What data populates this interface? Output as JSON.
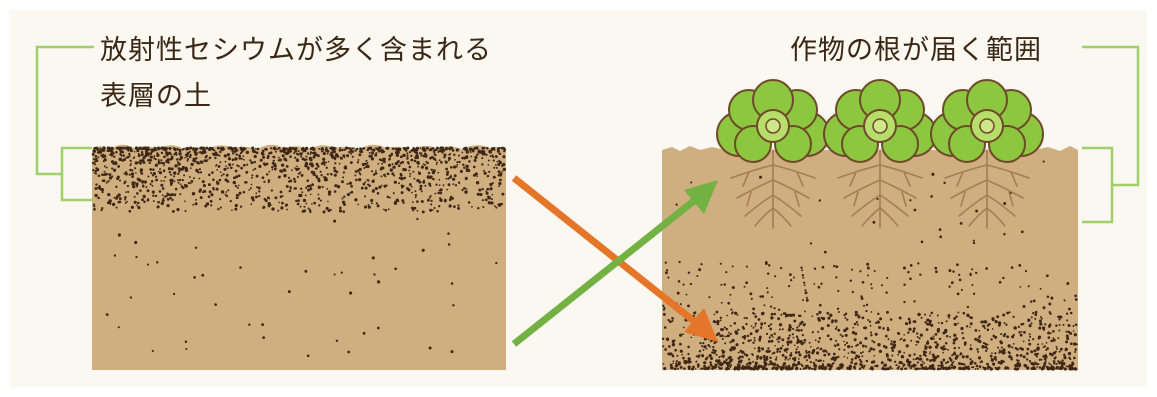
{
  "labels": {
    "left_line1": "放射性セシウムが多く含まれる",
    "left_line2": "表層の土",
    "right": "作物の根が届く範囲"
  },
  "colors": {
    "soil": "#cfae7f",
    "dot": "#3d2716",
    "bracket": "#9fd06a",
    "arrow_orange": "#e57528",
    "arrow_green": "#73b143",
    "leaf": "#8dc63f",
    "leaf_outline": "#6e4a2a",
    "root": "#a47e54"
  },
  "icons": {
    "plant": "plant-icon",
    "arrow_down": "arrow-down-right-icon",
    "arrow_up": "arrow-up-right-icon"
  }
}
